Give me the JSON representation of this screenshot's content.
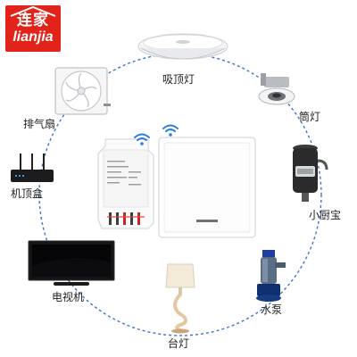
{
  "brand": {
    "name_cn": "连家",
    "name_en": "lianjia"
  },
  "colors": {
    "brand_red": "#e2231a",
    "ring_blue": "#3b74c9",
    "wifi_blue": "#2a7de1"
  },
  "devices": {
    "ceiling_light": "吸顶灯",
    "downlight": "筒灯",
    "disposer": "小厨宝",
    "pump": "水泵",
    "desk_lamp": "台灯",
    "tv": "电视机",
    "settop_box": "机顶盒",
    "exhaust_fan": "排气扇"
  }
}
